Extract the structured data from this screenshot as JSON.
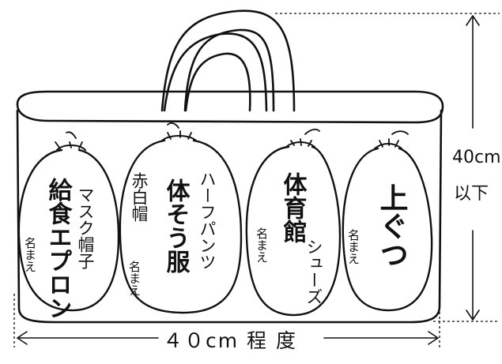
{
  "diagram": {
    "width_label": "４０cm 程 度",
    "height_label_line1": "40cm",
    "height_label_line2": "以下",
    "bags": [
      {
        "id": "kyushoku",
        "lines": [
          "給食エプロン",
          "マスク帽子"
        ],
        "name": "名まえ"
      },
      {
        "id": "taisoufuku",
        "lines": [
          "体そう服",
          "ハーフパンツ",
          "赤白帽"
        ],
        "name": "名まえ"
      },
      {
        "id": "taiikukan",
        "lines": [
          "体育館",
          "シューズ"
        ],
        "name": "名まえ"
      },
      {
        "id": "uwagutsu",
        "lines": [
          "上ぐつ"
        ],
        "name": "名まえ"
      }
    ]
  }
}
